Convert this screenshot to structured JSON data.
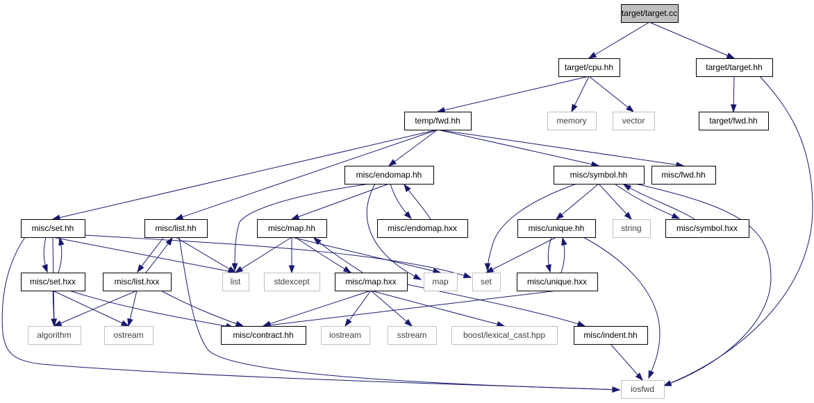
{
  "graph": {
    "nodes": [
      {
        "id": "target_cc",
        "label": "target/target.cc",
        "kind": "root"
      },
      {
        "id": "cpu_hh",
        "label": "target/cpu.hh",
        "kind": "local"
      },
      {
        "id": "target_hh",
        "label": "target/target.hh",
        "kind": "local"
      },
      {
        "id": "temp_fwd",
        "label": "temp/fwd.hh",
        "kind": "local"
      },
      {
        "id": "memory",
        "label": "memory",
        "kind": "system"
      },
      {
        "id": "vector",
        "label": "vector",
        "kind": "system"
      },
      {
        "id": "target_fwd",
        "label": "target/fwd.hh",
        "kind": "local"
      },
      {
        "id": "endomap_hh",
        "label": "misc/endomap.hh",
        "kind": "local"
      },
      {
        "id": "symbol_hh",
        "label": "misc/symbol.hh",
        "kind": "local"
      },
      {
        "id": "misc_fwd",
        "label": "misc/fwd.hh",
        "kind": "local"
      },
      {
        "id": "set_hh",
        "label": "misc/set.hh",
        "kind": "local"
      },
      {
        "id": "list_hh",
        "label": "misc/list.hh",
        "kind": "local"
      },
      {
        "id": "map_hh",
        "label": "misc/map.hh",
        "kind": "local"
      },
      {
        "id": "endomap_hxx",
        "label": "misc/endomap.hxx",
        "kind": "local"
      },
      {
        "id": "unique_hh",
        "label": "misc/unique.hh",
        "kind": "local"
      },
      {
        "id": "string",
        "label": "string",
        "kind": "system"
      },
      {
        "id": "symbol_hxx",
        "label": "misc/symbol.hxx",
        "kind": "local"
      },
      {
        "id": "set_hxx",
        "label": "misc/set.hxx",
        "kind": "local"
      },
      {
        "id": "list_hxx",
        "label": "misc/list.hxx",
        "kind": "local"
      },
      {
        "id": "list",
        "label": "list",
        "kind": "system"
      },
      {
        "id": "stdexcept",
        "label": "stdexcept",
        "kind": "system"
      },
      {
        "id": "map_hxx",
        "label": "misc/map.hxx",
        "kind": "local"
      },
      {
        "id": "map",
        "label": "map",
        "kind": "system"
      },
      {
        "id": "set",
        "label": "set",
        "kind": "system"
      },
      {
        "id": "unique_hxx",
        "label": "misc/unique.hxx",
        "kind": "local"
      },
      {
        "id": "algorithm",
        "label": "algorithm",
        "kind": "system"
      },
      {
        "id": "ostream",
        "label": "ostream",
        "kind": "system"
      },
      {
        "id": "contract_hh",
        "label": "misc/contract.hh",
        "kind": "local"
      },
      {
        "id": "iostream",
        "label": "iostream",
        "kind": "system"
      },
      {
        "id": "sstream",
        "label": "sstream",
        "kind": "system"
      },
      {
        "id": "lexical_cast",
        "label": "boost/lexical_cast.hpp",
        "kind": "system"
      },
      {
        "id": "indent_hh",
        "label": "misc/indent.hh",
        "kind": "local"
      },
      {
        "id": "iosfwd",
        "label": "iosfwd",
        "kind": "system"
      }
    ],
    "edges": [
      [
        "target_cc",
        "cpu_hh"
      ],
      [
        "target_cc",
        "target_hh"
      ],
      [
        "cpu_hh",
        "temp_fwd"
      ],
      [
        "cpu_hh",
        "memory"
      ],
      [
        "cpu_hh",
        "vector"
      ],
      [
        "target_hh",
        "target_fwd"
      ],
      [
        "target_hh",
        "iosfwd"
      ],
      [
        "temp_fwd",
        "set_hh"
      ],
      [
        "temp_fwd",
        "list_hh"
      ],
      [
        "temp_fwd",
        "endomap_hh"
      ],
      [
        "temp_fwd",
        "symbol_hh"
      ],
      [
        "temp_fwd",
        "misc_fwd"
      ],
      [
        "endomap_hh",
        "list"
      ],
      [
        "endomap_hh",
        "map_hh"
      ],
      [
        "endomap_hh",
        "endomap_hxx"
      ],
      [
        "endomap_hh",
        "map"
      ],
      [
        "endomap_hxx",
        "endomap_hh"
      ],
      [
        "symbol_hh",
        "set"
      ],
      [
        "symbol_hh",
        "unique_hh"
      ],
      [
        "symbol_hh",
        "string"
      ],
      [
        "symbol_hh",
        "symbol_hxx"
      ],
      [
        "symbol_hh",
        "iosfwd"
      ],
      [
        "symbol_hxx",
        "symbol_hh"
      ],
      [
        "set_hh",
        "set_hxx"
      ],
      [
        "set_hh",
        "list"
      ],
      [
        "set_hh",
        "set"
      ],
      [
        "set_hh",
        "algorithm"
      ],
      [
        "set_hh",
        "iosfwd"
      ],
      [
        "set_hxx",
        "set_hh"
      ],
      [
        "set_hxx",
        "algorithm"
      ],
      [
        "set_hxx",
        "ostream"
      ],
      [
        "set_hxx",
        "contract_hh"
      ],
      [
        "list_hh",
        "list_hxx"
      ],
      [
        "list_hh",
        "list"
      ],
      [
        "list_hh",
        "iosfwd"
      ],
      [
        "list_hxx",
        "list_hh"
      ],
      [
        "list_hxx",
        "algorithm"
      ],
      [
        "list_hxx",
        "ostream"
      ],
      [
        "list_hxx",
        "contract_hh"
      ],
      [
        "map_hh",
        "list"
      ],
      [
        "map_hh",
        "stdexcept"
      ],
      [
        "map_hh",
        "map_hxx"
      ],
      [
        "map_hh",
        "map"
      ],
      [
        "map_hxx",
        "map_hh"
      ],
      [
        "map_hxx",
        "contract_hh"
      ],
      [
        "map_hxx",
        "iostream"
      ],
      [
        "map_hxx",
        "sstream"
      ],
      [
        "map_hxx",
        "lexical_cast"
      ],
      [
        "map_hxx",
        "indent_hh"
      ],
      [
        "unique_hh",
        "set"
      ],
      [
        "unique_hh",
        "unique_hxx"
      ],
      [
        "unique_hh",
        "iosfwd"
      ],
      [
        "unique_hxx",
        "unique_hh"
      ],
      [
        "unique_hxx",
        "contract_hh"
      ],
      [
        "indent_hh",
        "iosfwd"
      ]
    ]
  }
}
